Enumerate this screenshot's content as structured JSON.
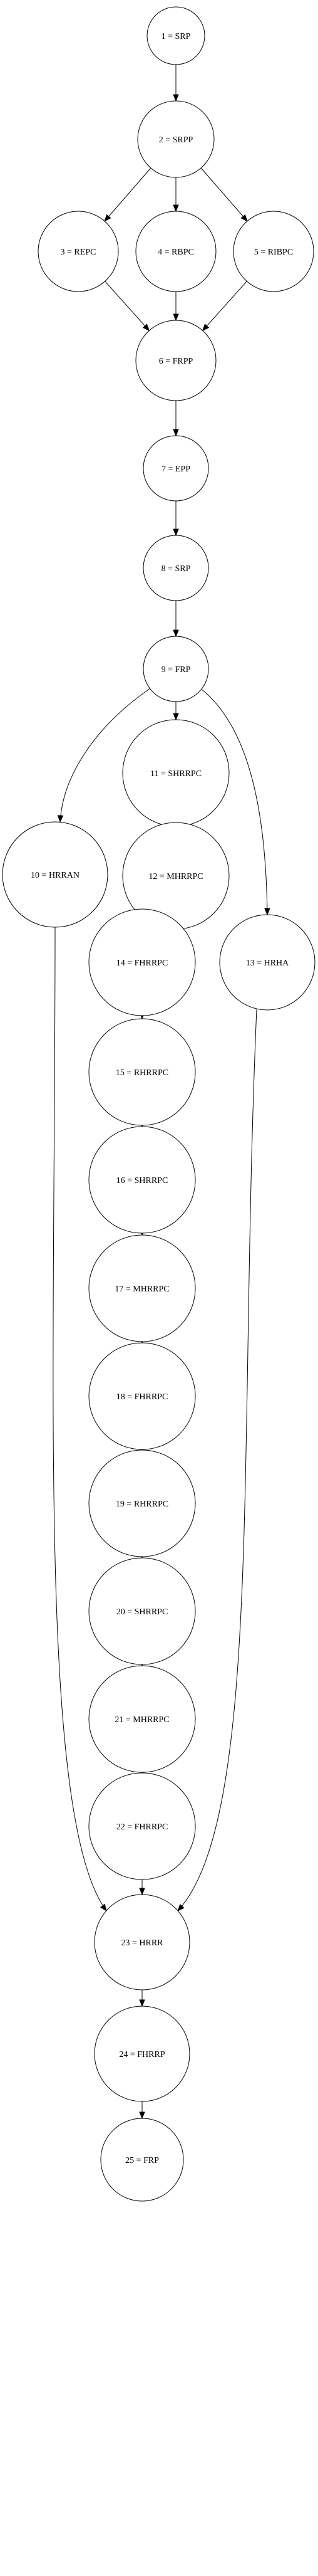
{
  "nodes": [
    {
      "id": "n1",
      "label": "1 = SRP"
    },
    {
      "id": "n2",
      "label": "2 = SRPP"
    },
    {
      "id": "n3",
      "label": "3 = REPC"
    },
    {
      "id": "n4",
      "label": "4 = RBPC"
    },
    {
      "id": "n5",
      "label": "5 = RIBPC"
    },
    {
      "id": "n6",
      "label": "6 = FRPP"
    },
    {
      "id": "n7",
      "label": "7 = EPP"
    },
    {
      "id": "n8",
      "label": "8 = SRP"
    },
    {
      "id": "n9",
      "label": "9 = FRP"
    },
    {
      "id": "n10",
      "label": "10 = HRRAN"
    },
    {
      "id": "n11",
      "label": "11 = SHRRPC"
    },
    {
      "id": "n12",
      "label": "12 = MHRRPC"
    },
    {
      "id": "n13",
      "label": "13 = HRHA"
    },
    {
      "id": "n14",
      "label": "14 = FHRRPC"
    },
    {
      "id": "n15",
      "label": "15 = RHRRPC"
    },
    {
      "id": "n16",
      "label": "16 = SHRRPC"
    },
    {
      "id": "n17",
      "label": "17 = MHRRPC"
    },
    {
      "id": "n18",
      "label": "18 = FHRRPC"
    },
    {
      "id": "n19",
      "label": "19 = RHRRPC"
    },
    {
      "id": "n20",
      "label": "20 = SHRRPC"
    },
    {
      "id": "n21",
      "label": "21 = MHRRPC"
    },
    {
      "id": "n22",
      "label": "22 = FHRRPC"
    },
    {
      "id": "n23",
      "label": "23 = HRRR"
    },
    {
      "id": "n24",
      "label": "24 = FHRRP"
    },
    {
      "id": "n25",
      "label": "25 = FRP"
    }
  ],
  "edges": [
    [
      "n1",
      "n2"
    ],
    [
      "n2",
      "n3"
    ],
    [
      "n2",
      "n4"
    ],
    [
      "n2",
      "n5"
    ],
    [
      "n3",
      "n6"
    ],
    [
      "n4",
      "n6"
    ],
    [
      "n5",
      "n6"
    ],
    [
      "n6",
      "n7"
    ],
    [
      "n7",
      "n8"
    ],
    [
      "n8",
      "n9"
    ],
    [
      "n9",
      "n10"
    ],
    [
      "n9",
      "n11"
    ],
    [
      "n9",
      "n13"
    ],
    [
      "n11",
      "n12"
    ],
    [
      "n12",
      "n14"
    ],
    [
      "n14",
      "n15"
    ],
    [
      "n15",
      "n16"
    ],
    [
      "n16",
      "n17"
    ],
    [
      "n17",
      "n18"
    ],
    [
      "n18",
      "n19"
    ],
    [
      "n19",
      "n20"
    ],
    [
      "n20",
      "n21"
    ],
    [
      "n21",
      "n22"
    ],
    [
      "n22",
      "n23"
    ],
    [
      "n10",
      "n23"
    ],
    [
      "n13",
      "n23"
    ],
    [
      "n23",
      "n24"
    ],
    [
      "n24",
      "n25"
    ]
  ]
}
